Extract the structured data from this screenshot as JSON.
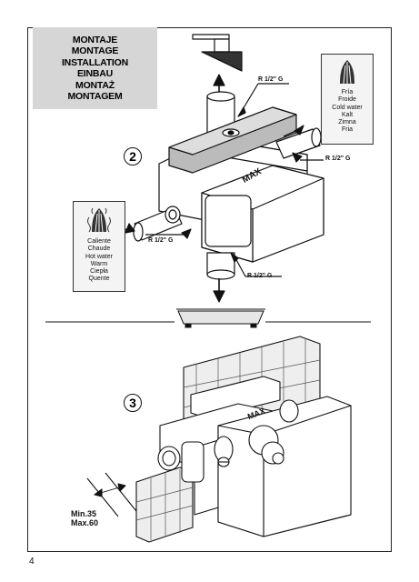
{
  "title_lines": [
    "MONTAJE",
    "MONTAGE",
    "INSTALLATION",
    "EINBAU",
    "MONTAŻ",
    "MONTAGEM"
  ],
  "cold_legend": [
    "Fría",
    "Froide",
    "Cold water",
    "Kalt",
    "Zimna",
    "Fria"
  ],
  "hot_legend": [
    "Caliente",
    "Chaude",
    "Hot water",
    "Warm",
    "Ciepła",
    "Quente"
  ],
  "connections": {
    "top": "R 1/2\" G",
    "right": "R 1/2\" G",
    "left": "R 1/2\" G",
    "bottom": "R 1/2\" G"
  },
  "max_marking": "MAX",
  "steps": [
    "2",
    "3"
  ],
  "dimensions": {
    "min": "Min.35",
    "max": "Max.60"
  },
  "page_number": "4",
  "colors": {
    "title_bg": "#d6d6d6",
    "line": "#111111"
  },
  "icons": [
    "shower-head-icon",
    "cold-water-icon",
    "hot-water-icon",
    "bathtub-icon",
    "arrow-icon"
  ]
}
